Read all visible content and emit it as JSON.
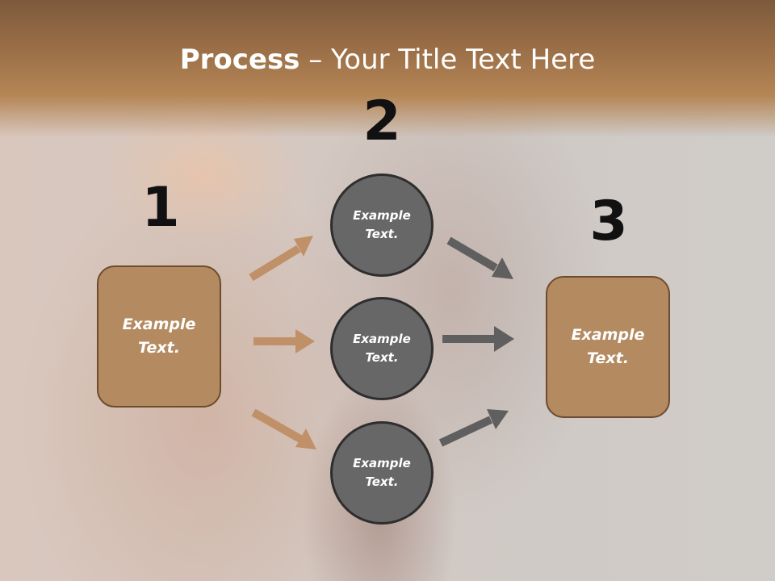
{
  "title": {
    "bold": "Process",
    "rest": " – Your Title Text Here"
  },
  "steps": [
    {
      "number": "1",
      "label": "Example\nText."
    },
    {
      "number": "2",
      "nodes": [
        "Example\nText.",
        "Example\nText.",
        "Example\nText."
      ]
    },
    {
      "number": "3",
      "label": "Example\nText."
    }
  ],
  "colors": {
    "brown_box": "#b48a60",
    "grey_circle": "#676767",
    "brown_arrow": "#c09068",
    "grey_arrow": "#5f5f5f"
  }
}
